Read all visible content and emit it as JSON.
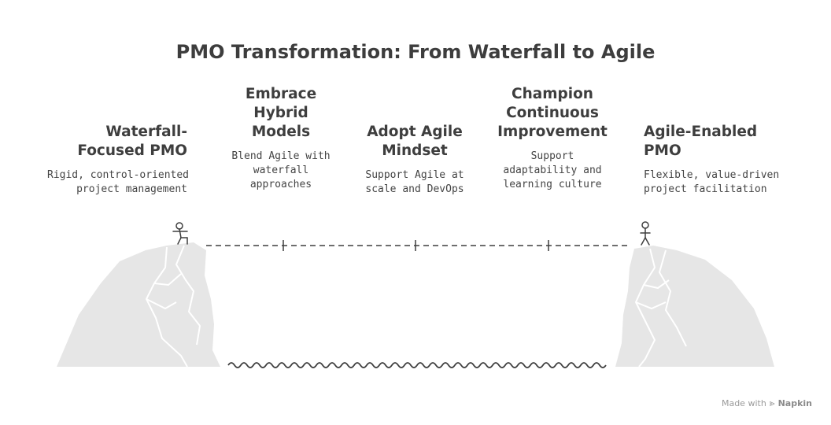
{
  "title": "PMO Transformation: From Waterfall to Agile",
  "steps": [
    {
      "heading": [
        "Waterfall-",
        "Focused PMO"
      ],
      "desc": [
        "Rigid, control-oriented",
        "project management"
      ]
    },
    {
      "heading": [
        "Embrace",
        "Hybrid",
        "Models"
      ],
      "desc": [
        "Blend Agile with",
        "waterfall",
        "approaches"
      ]
    },
    {
      "heading": [
        "Adopt Agile",
        "Mindset"
      ],
      "desc": [
        "Support Agile at",
        "scale and DevOps"
      ]
    },
    {
      "heading": [
        "Champion",
        "Continuous",
        "Improvement"
      ],
      "desc": [
        "Support",
        "adaptability and",
        "learning culture"
      ]
    },
    {
      "heading": [
        "Agile-Enabled",
        "PMO"
      ],
      "desc": [
        "Flexible, value-driven",
        "project facilitation"
      ]
    }
  ],
  "footer": {
    "made_with": "Made with",
    "brand": "Napkin"
  },
  "colors": {
    "cliff": "#e6e6e6",
    "cliff_line": "#ffffff",
    "ink": "#3e3e3e"
  }
}
